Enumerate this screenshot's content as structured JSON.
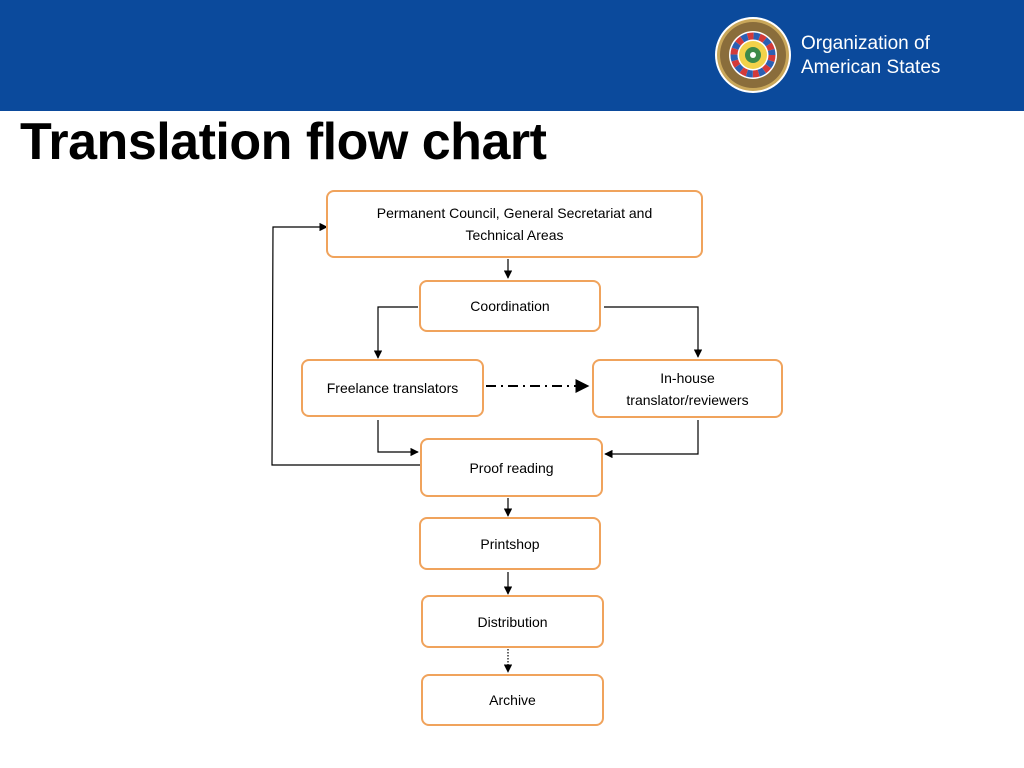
{
  "header": {
    "org_line1": "Organization of",
    "org_line2": "American States",
    "brand_color": "#0b4a9c",
    "seal_icon": "oas-seal-icon"
  },
  "page": {
    "title": "Translation flow chart"
  },
  "diagram": {
    "box_border_color": "#f0a35c",
    "nodes": {
      "council": {
        "line1": "Permanent Council, General Secretariat and",
        "line2": "Technical Areas"
      },
      "coordination": "Coordination",
      "freelance": "Freelance translators",
      "inhouse": {
        "line1": "In-house",
        "line2": "translator/reviewers"
      },
      "proofreading": "Proof reading",
      "printshop": "Printshop",
      "distribution": "Distribution",
      "archive": "Archive"
    },
    "edges": [
      {
        "from": "council",
        "to": "coordination",
        "style": "solid"
      },
      {
        "from": "coordination",
        "to": "freelance",
        "style": "solid"
      },
      {
        "from": "coordination",
        "to": "inhouse",
        "style": "solid"
      },
      {
        "from": "freelance",
        "to": "inhouse",
        "style": "dash-dot"
      },
      {
        "from": "freelance",
        "to": "proofreading",
        "style": "solid"
      },
      {
        "from": "inhouse",
        "to": "proofreading",
        "style": "solid"
      },
      {
        "from": "proofreading",
        "to": "council",
        "style": "solid"
      },
      {
        "from": "proofreading",
        "to": "printshop",
        "style": "solid"
      },
      {
        "from": "printshop",
        "to": "distribution",
        "style": "solid"
      },
      {
        "from": "distribution",
        "to": "archive",
        "style": "dotted"
      }
    ]
  }
}
